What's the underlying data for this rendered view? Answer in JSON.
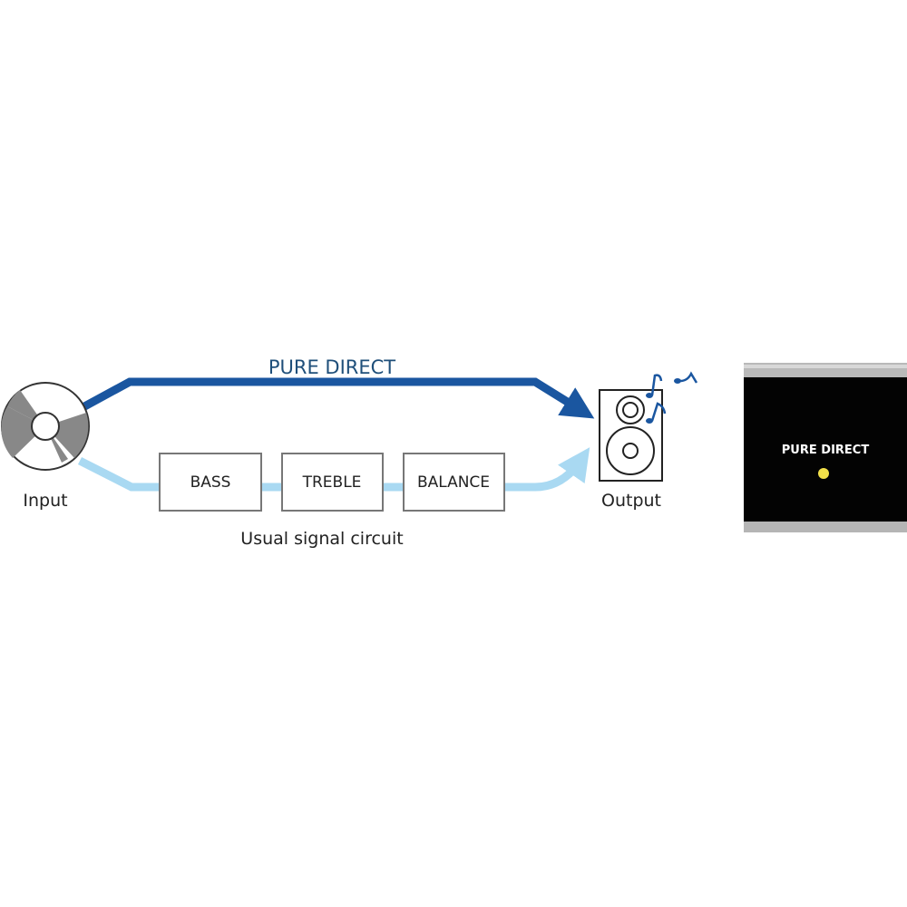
{
  "diagram": {
    "pure_direct_label": "PURE DIRECT",
    "input_label": "Input",
    "output_label": "Output",
    "usual_circuit_label": "Usual signal circuit",
    "blocks": [
      {
        "label": "BASS"
      },
      {
        "label": "TREBLE"
      },
      {
        "label": "BALANCE"
      }
    ],
    "icons": [
      "cd-disc-icon",
      "speaker-icon",
      "music-note-icon"
    ],
    "colors": {
      "pure_direct_path": "#1a56a0",
      "usual_path": "#a9d9f2",
      "pure_direct_text": "#1f4f7a",
      "indicator_led": "#f2e04a"
    }
  },
  "panel": {
    "label": "PURE DIRECT",
    "indicator": "on"
  }
}
